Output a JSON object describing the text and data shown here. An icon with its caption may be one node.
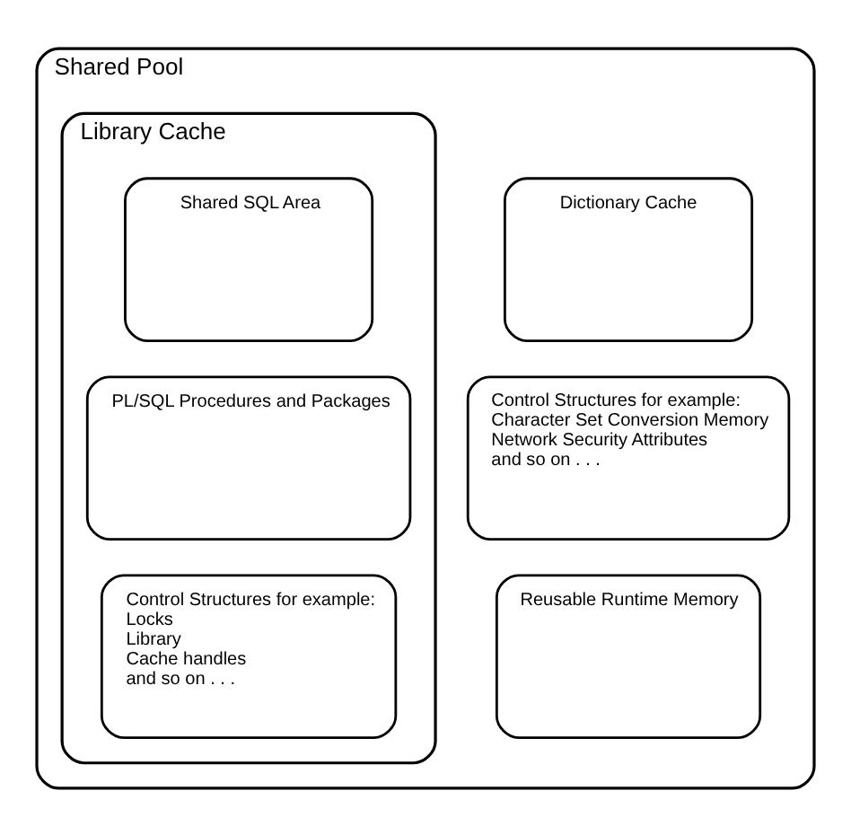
{
  "diagram": {
    "nodes": [
      {
        "text": [
          "Shared Pool"
        ]
      },
      {
        "text": [
          "Library Cache"
        ],
        "in": 0
      },
      {
        "text": [
          "Shared SQL Area"
        ],
        "in": 1
      },
      {
        "text": [
          "PL/SQL Procedures and Packages"
        ],
        "in": 1
      },
      {
        "text": [
          "Control Structures for example:",
          "Locks",
          "Library",
          "Cache handles",
          "and so on . . ."
        ],
        "in": 1
      },
      {
        "text": [
          "Dictionary Cache"
        ],
        "in": 0
      },
      {
        "text": [
          "Control Structures for example:",
          "Character Set Conversion Memory",
          "Network Security Attributes",
          "and so on . . ."
        ],
        "in": 0
      },
      {
        "text": [
          "Reusable Runtime Memory"
        ],
        "in": 0
      }
    ]
  }
}
